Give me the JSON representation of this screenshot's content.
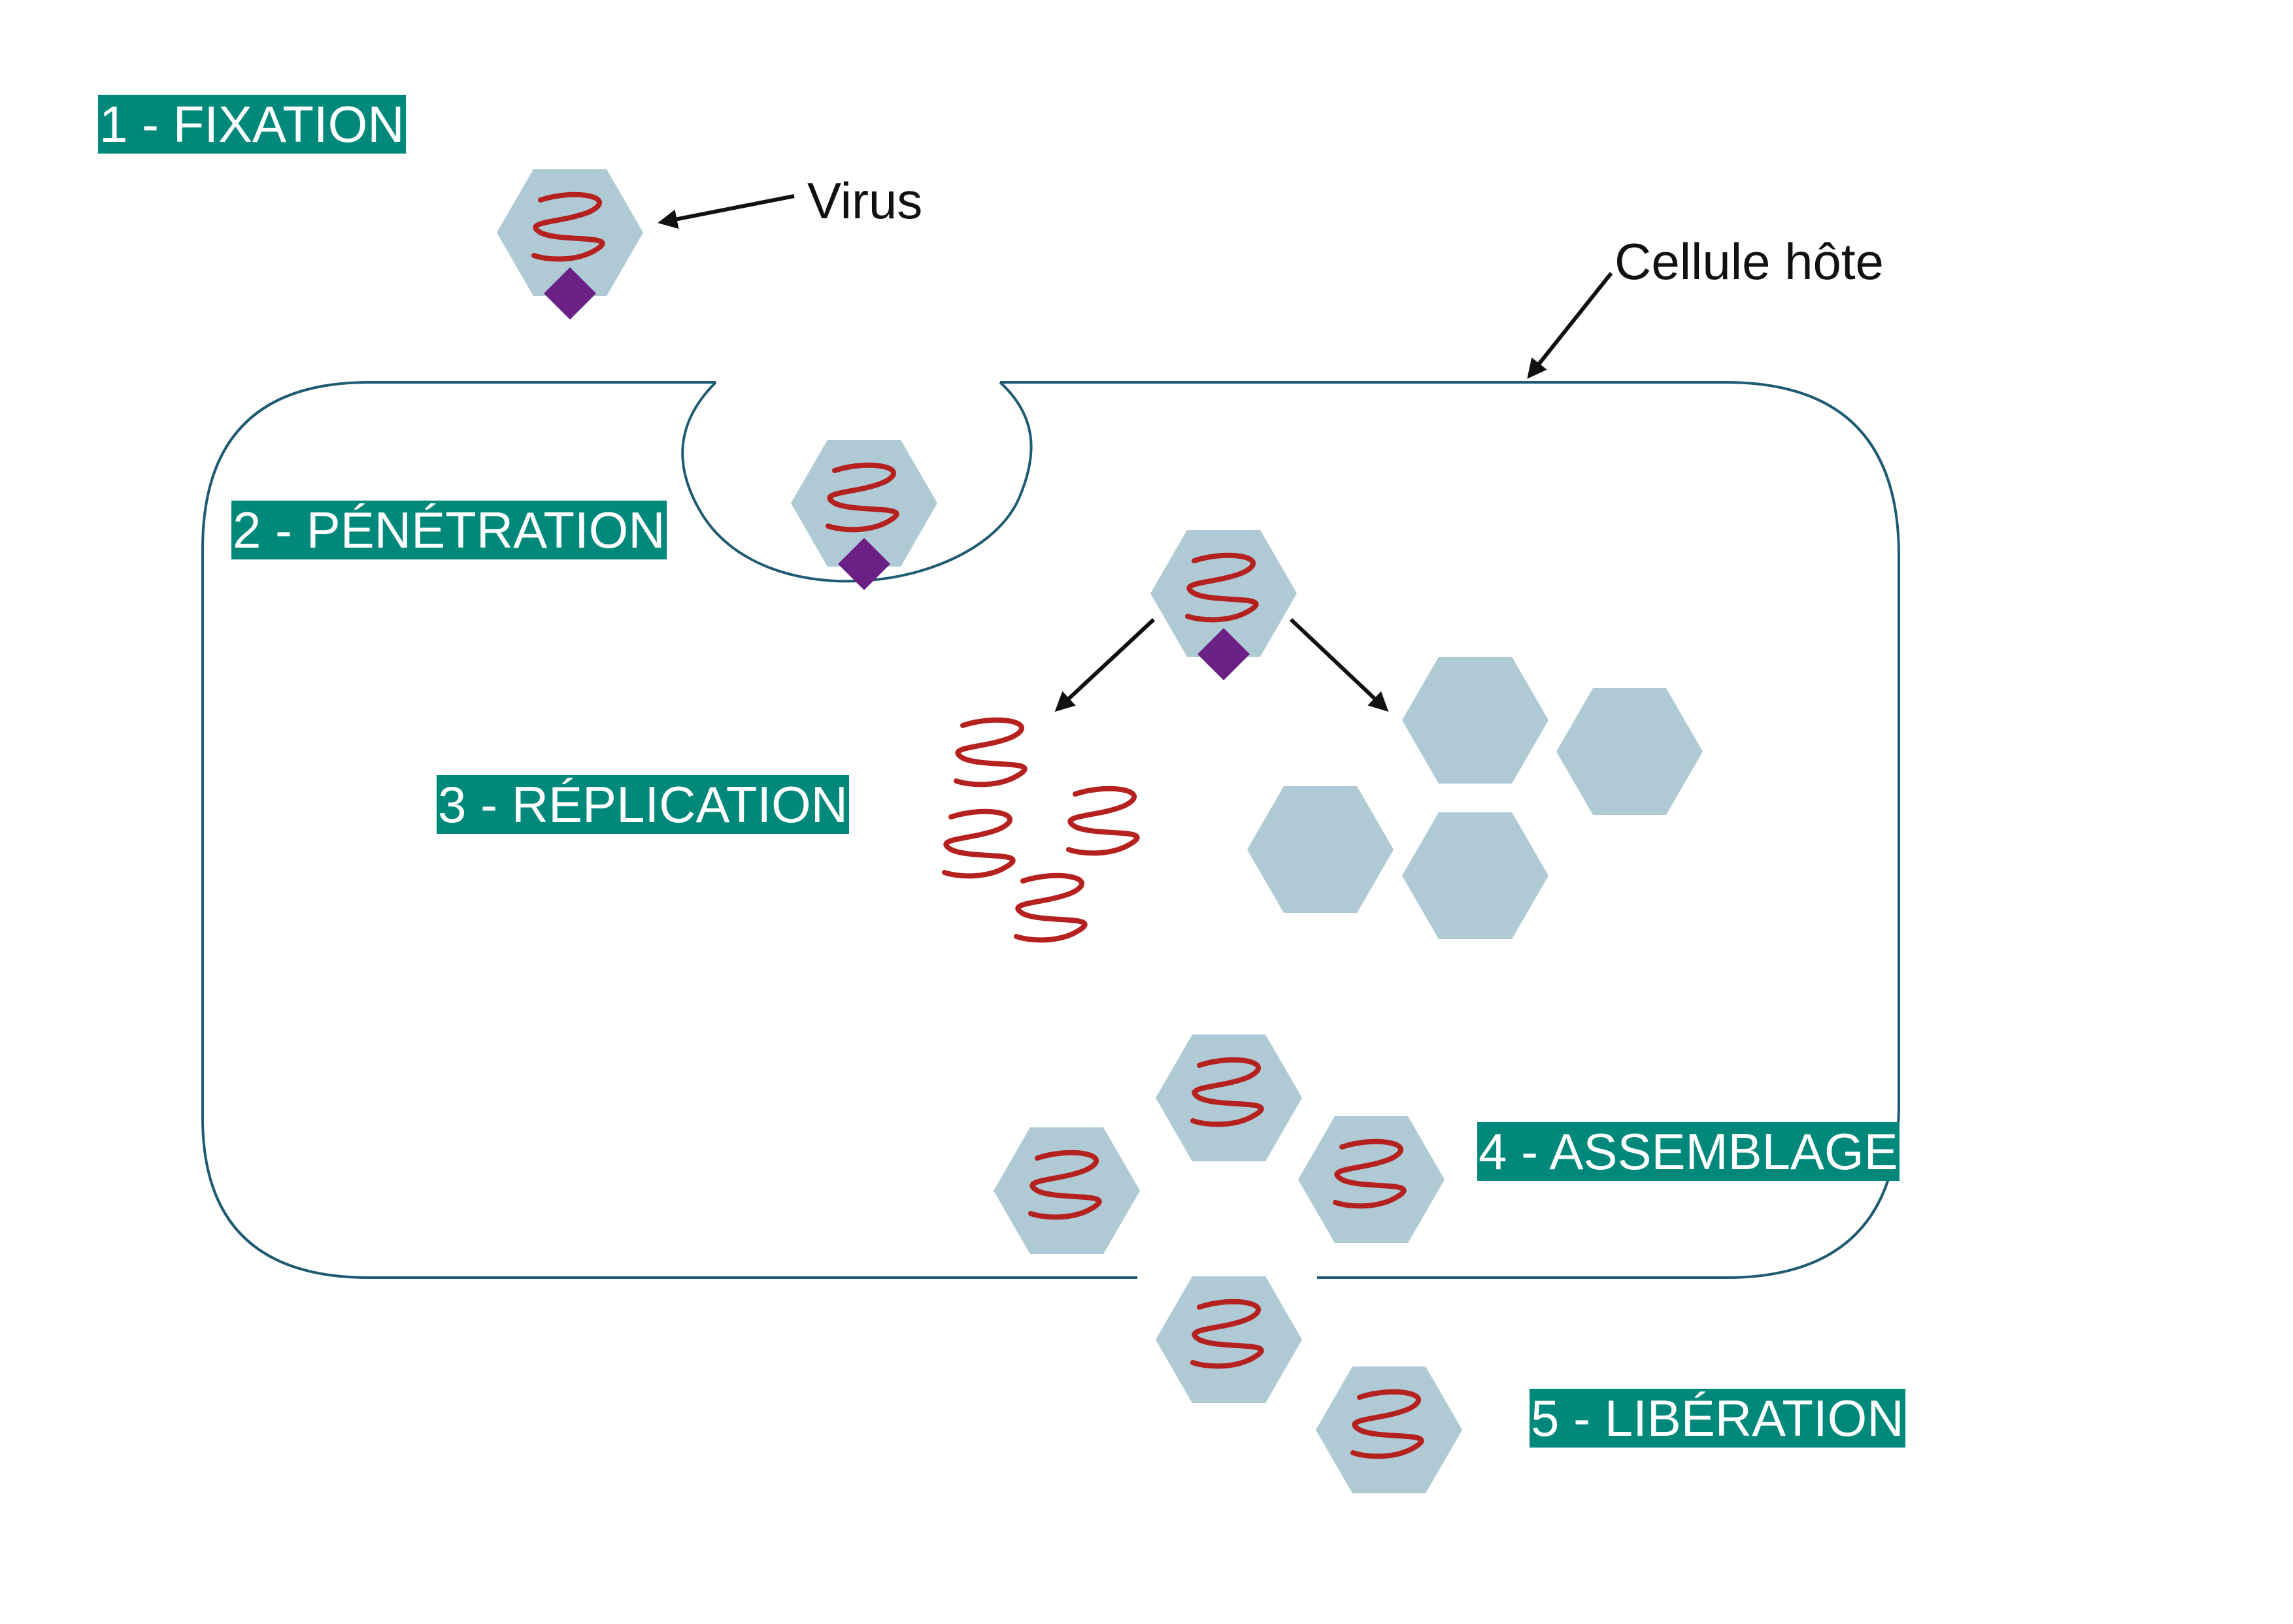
{
  "colors": {
    "label_background": "#00887a",
    "label_text": "#ffffff",
    "capsid": "#afcad5",
    "genome": "#b5211f",
    "receptor": "#6b2085",
    "cell_membrane": "#1f5a73",
    "arrow": "#111111"
  },
  "steps": {
    "fixation": "1 - FIXATION",
    "penetration": "2 - PÉNÉTRATION",
    "replication": "3 - RÉPLICATION",
    "assemblage": "4 - ASSEMBLAGE",
    "liberation": "5 - LIBÉRATION"
  },
  "labels": {
    "virus": "Virus",
    "host_cell": "Cellule hôte"
  }
}
